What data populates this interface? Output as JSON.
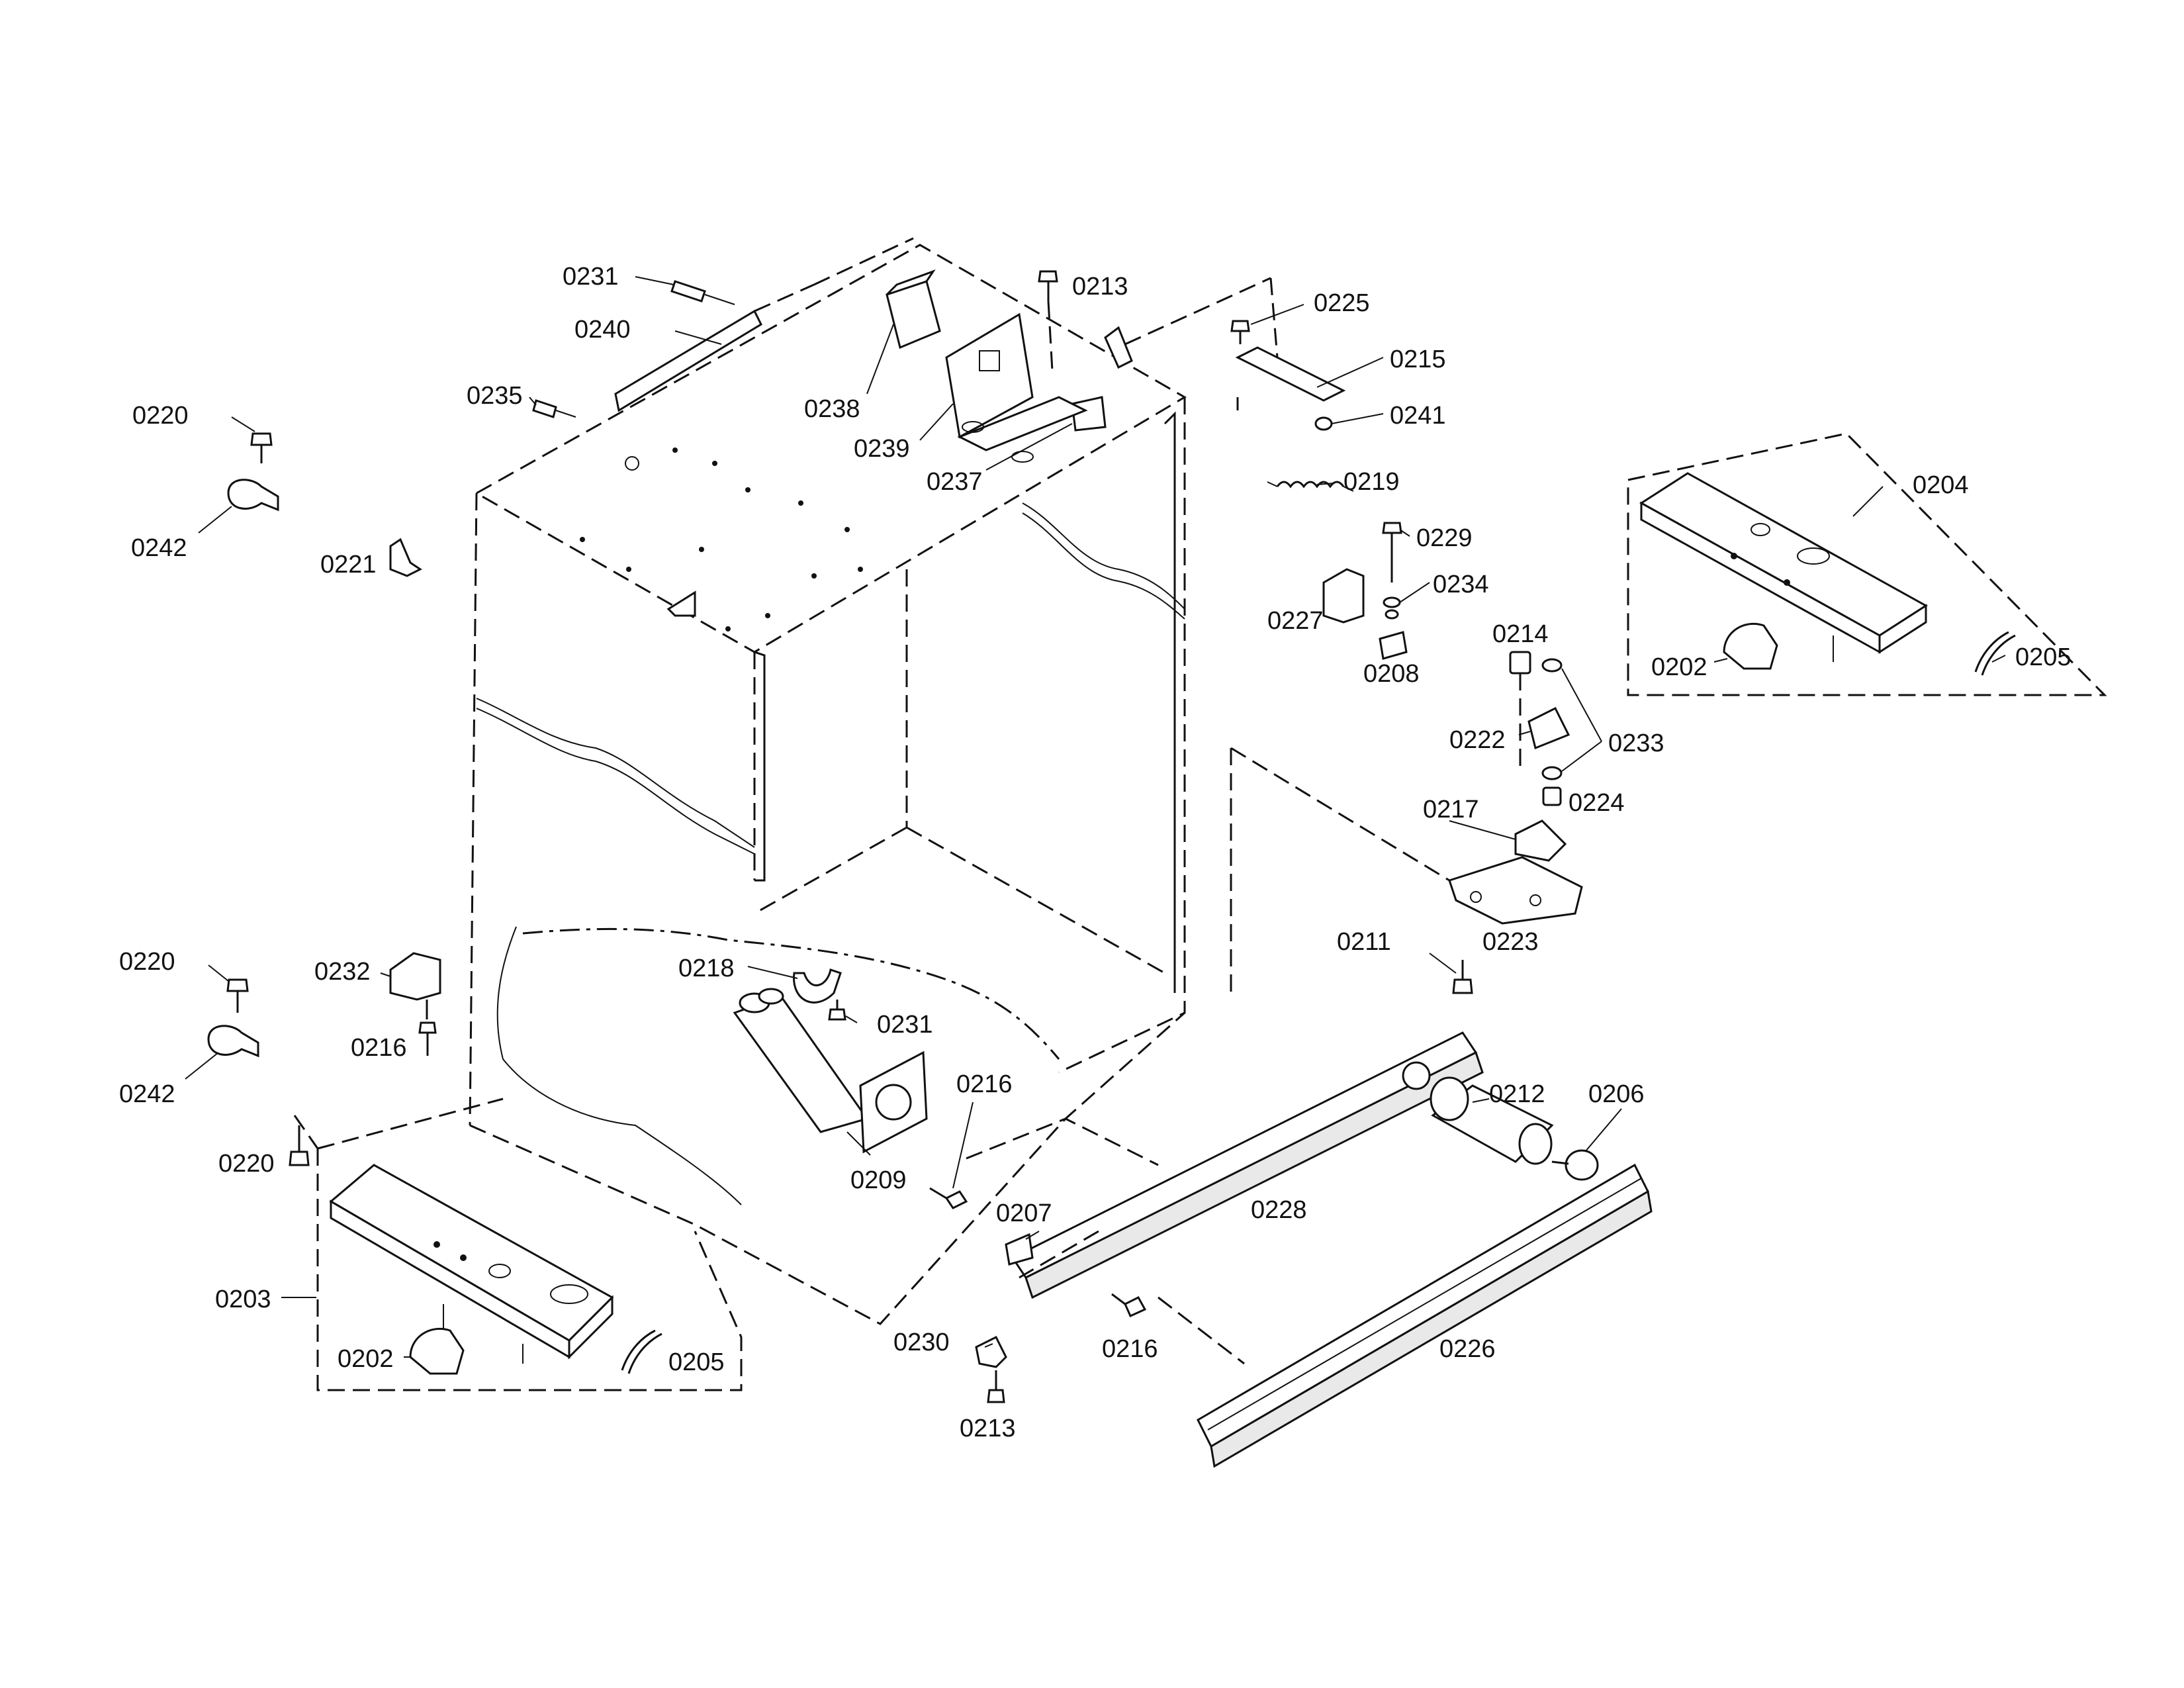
{
  "labels": {
    "l0231a": "0231",
    "l0240": "0240",
    "l0235": "0235",
    "l0238": "0238",
    "l0239": "0239",
    "l0237": "0237",
    "l0213a": "0213",
    "l0225": "0225",
    "l0215": "0215",
    "l0241": "0241",
    "l0220a": "0220",
    "l0242a": "0242",
    "l0221": "0221",
    "l0219": "0219",
    "l0229": "0229",
    "l0234": "0234",
    "l0227": "0227",
    "l0208": "0208",
    "l0204": "0204",
    "l0202a": "0202",
    "l0205a": "0205",
    "l0214": "0214",
    "l0222": "0222",
    "l0233": "0233",
    "l0224": "0224",
    "l0217": "0217",
    "l0223": "0223",
    "l0211": "0211",
    "l0220b": "0220",
    "l0232": "0232",
    "l0216a": "0216",
    "l0242b": "0242",
    "l0218": "0218",
    "l0231b": "0231",
    "l0216b": "0216",
    "l0209": "0209",
    "l0212": "0212",
    "l0206": "0206",
    "l0228": "0228",
    "l0220c": "0220",
    "l0203": "0203",
    "l0202b": "0202",
    "l0205b": "0205",
    "l0207": "0207",
    "l0230": "0230",
    "l0216c": "0216",
    "l0213b": "0213",
    "l0226": "0226"
  }
}
